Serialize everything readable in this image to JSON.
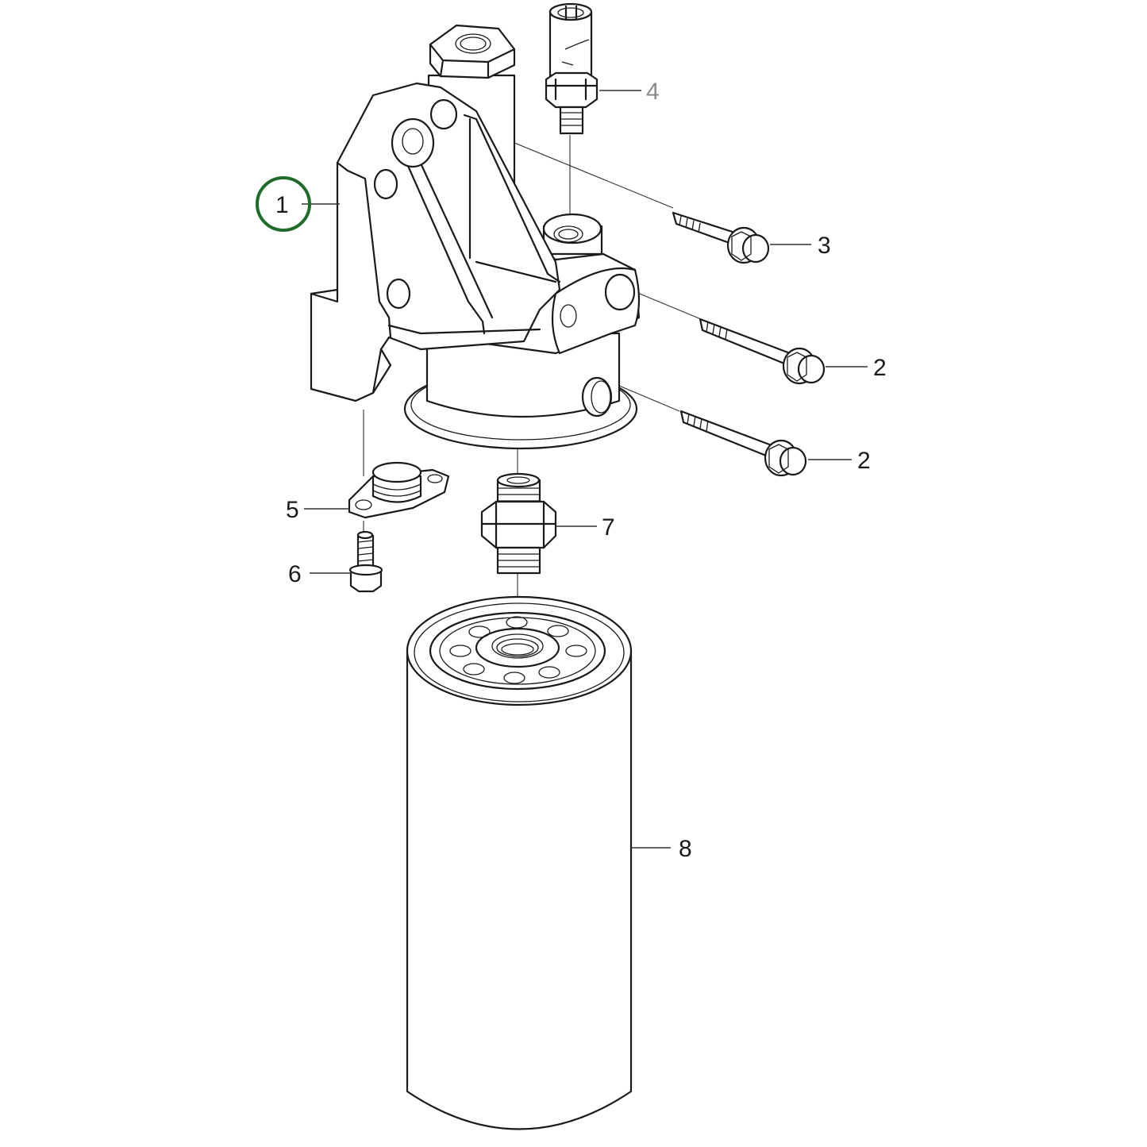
{
  "diagram": {
    "type": "exploded-parts-diagram",
    "subject": "filter housing assembly",
    "highlight_color": "#1f6b2a",
    "callouts": [
      {
        "id": "c1",
        "label": "1",
        "part": "filter head bracket / housing",
        "highlighted": true
      },
      {
        "id": "c2a",
        "label": "2",
        "part": "flange bolt (long, upper)"
      },
      {
        "id": "c2b",
        "label": "2",
        "part": "flange bolt (long, lower)"
      },
      {
        "id": "c3",
        "label": "3",
        "part": "flange bolt (short)"
      },
      {
        "id": "c4",
        "label": "4",
        "part": "pressure sensor",
        "color": "#8a8a8a"
      },
      {
        "id": "c5",
        "label": "5",
        "part": "cover plate with plug"
      },
      {
        "id": "c6",
        "label": "6",
        "part": "flange screw"
      },
      {
        "id": "c7",
        "label": "7",
        "part": "threaded nipple"
      },
      {
        "id": "c8",
        "label": "8",
        "part": "spin-on filter"
      }
    ]
  }
}
